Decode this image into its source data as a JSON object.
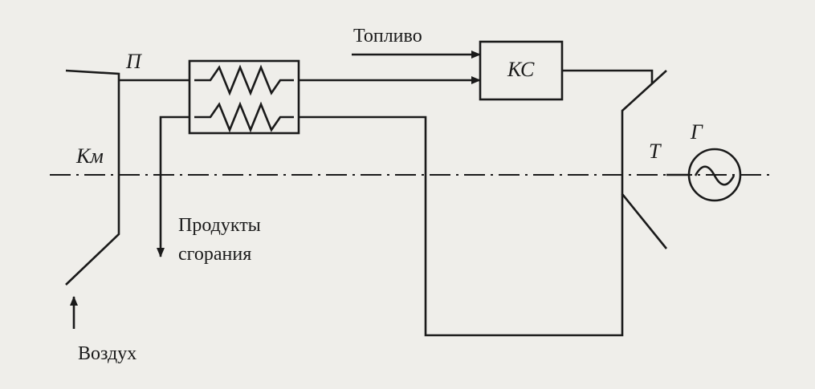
{
  "labels": {
    "fuel": "Топливо",
    "combustion_chamber": "КС",
    "compressor": "Км",
    "turbine": "Т",
    "generator": "Г",
    "regenerator": "П",
    "exhaust": [
      "Продукты",
      "сгорания"
    ],
    "air": "Воздух"
  },
  "colors": {
    "ink": "#1a1a1a",
    "paper": "#efeeea"
  },
  "icons": {
    "generator": "sine-wave-icon"
  }
}
